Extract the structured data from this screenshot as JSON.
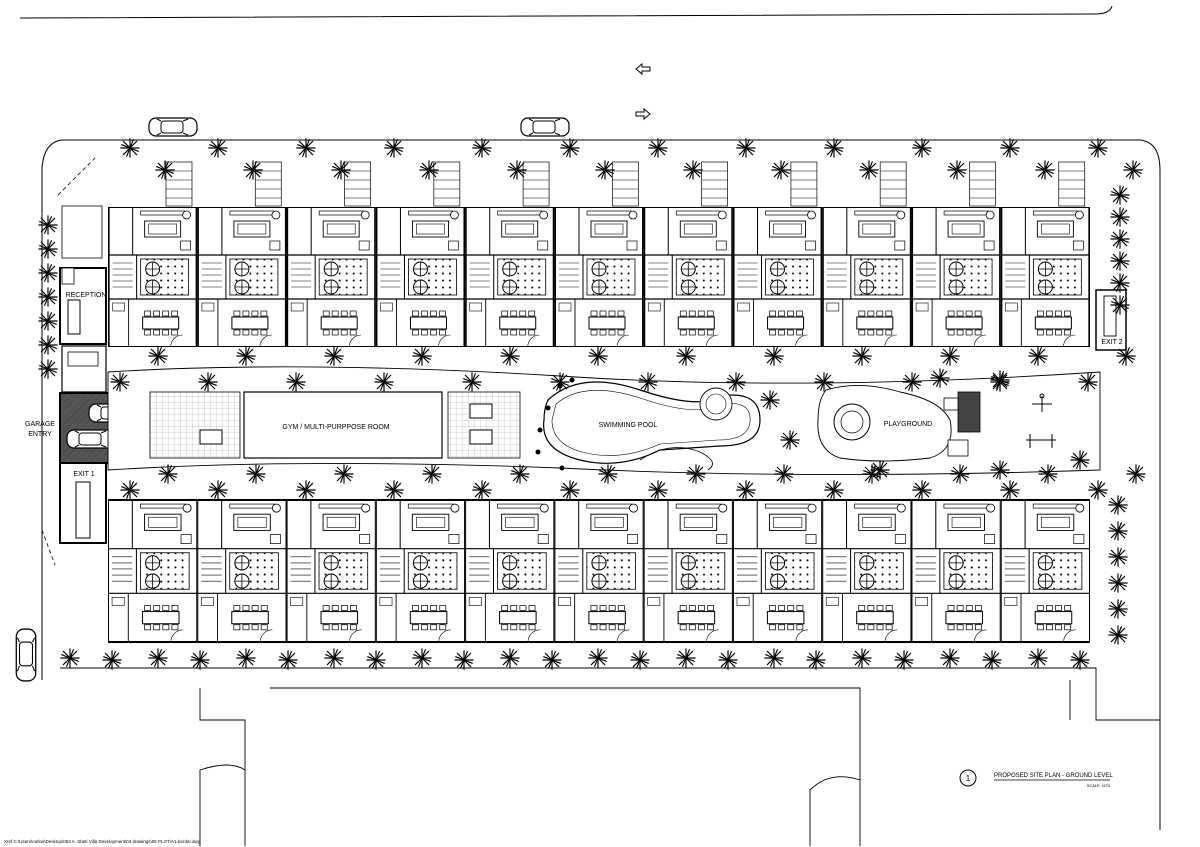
{
  "labels": {
    "reception": "RECEPTION",
    "garage_entry_line1": "GARAGE",
    "garage_entry_line2": "ENTRY",
    "exit_1": "EXIT 1",
    "exit_2": "EXIT 2",
    "gym": "GYM / MULTI-PURPPOSE ROOM",
    "pool": "SWIMMING POOL",
    "playground": "PLAYGROUND"
  },
  "title_block": {
    "number": "1",
    "title": "PROPOSED SITE PLAN - GROUND LEVEL",
    "scale": "SCALE: NTS"
  },
  "xref_path": "Xref C:\\Users\\carlos\\Desktop\\053 A. Sheti Villa Development\\04 drawings\\05 PLOT\\A1-border.dwg",
  "units": {
    "top_row_count": 11,
    "bottom_row_count": 11
  },
  "colors": {
    "line": "#000000",
    "paper": "#ffffff",
    "garage_fill": "#555555",
    "hatch": "#9a9a9a"
  },
  "icons": {
    "tree": "palm-tree-icon",
    "car": "car-icon",
    "arrow_left": "arrow-left-icon",
    "arrow_right": "arrow-right-icon"
  }
}
